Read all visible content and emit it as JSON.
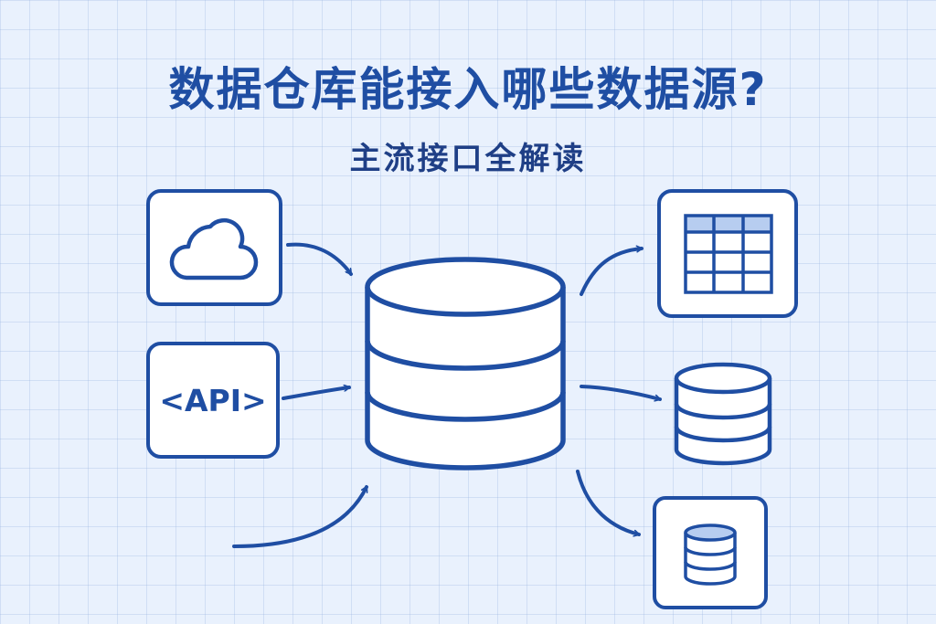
{
  "title": "数据仓库能接入哪些数据源?",
  "subtitle": "主流接口全解读",
  "api_label": "<API>",
  "colors": {
    "primary": "#1f4ea3",
    "fill": "#ffffff",
    "accent": "#b7cdf0",
    "background": "#e9f1fd"
  },
  "icons": {
    "sources": [
      "cloud-icon",
      "api-icon",
      "unlabeled-arrow-source"
    ],
    "hub": "database-icon",
    "targets": [
      "table-icon",
      "database-icon",
      "database-icon"
    ]
  }
}
